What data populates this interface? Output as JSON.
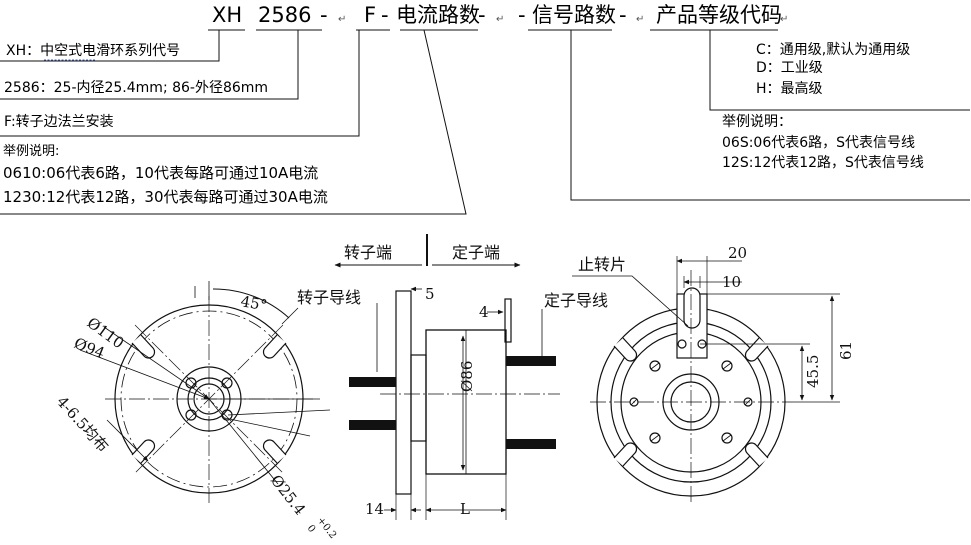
{
  "code": {
    "prefix": "XH",
    "size": "2586",
    "dash": "-",
    "flange": "F",
    "power_label": "电流路数",
    "signal_label": "信号路数",
    "grade_label": "产品等级代码",
    "mark": "↵"
  },
  "notes_left": [
    "XH：中空式电滑环系列代号",
    "2586：25-内径25.4mm; 86-外径86mm",
    "F:转子边法兰安装"
  ],
  "example_power": {
    "title": "举例说明:",
    "lines": [
      "0610:06代表6路，10代表每路可通过10A电流",
      "1230:12代表12路，30代表每路可通过30A电流"
    ]
  },
  "grade_options": [
    "C：通用级,默认为通用级",
    "D：工业级",
    "H：最高级"
  ],
  "example_signal": {
    "title": "举例说明：",
    "lines": [
      "06S:06代表6路，S代表信号线",
      "12S:12代表12路，S代表信号线"
    ]
  },
  "drawing": {
    "rotor_end": "转子端",
    "stator_end": "定子端",
    "rotor_wire": "转子导线",
    "stator_wire": "定子导线",
    "stop_plate": "止转片",
    "angle": "45°",
    "d110": "Ø110",
    "d94": "Ø94",
    "holes": "4-6.5均布",
    "bore": "Ø25.4",
    "bore_tol_upper": "+0.2",
    "bore_tol_lower": "0",
    "d86": "Ø86",
    "dim_5": "5",
    "dim_4": "4",
    "dim_14": "14",
    "dim_L": "L",
    "dim_20": "20",
    "dim_10": "10",
    "dim_45_5": "45.5",
    "dim_61": "61"
  }
}
